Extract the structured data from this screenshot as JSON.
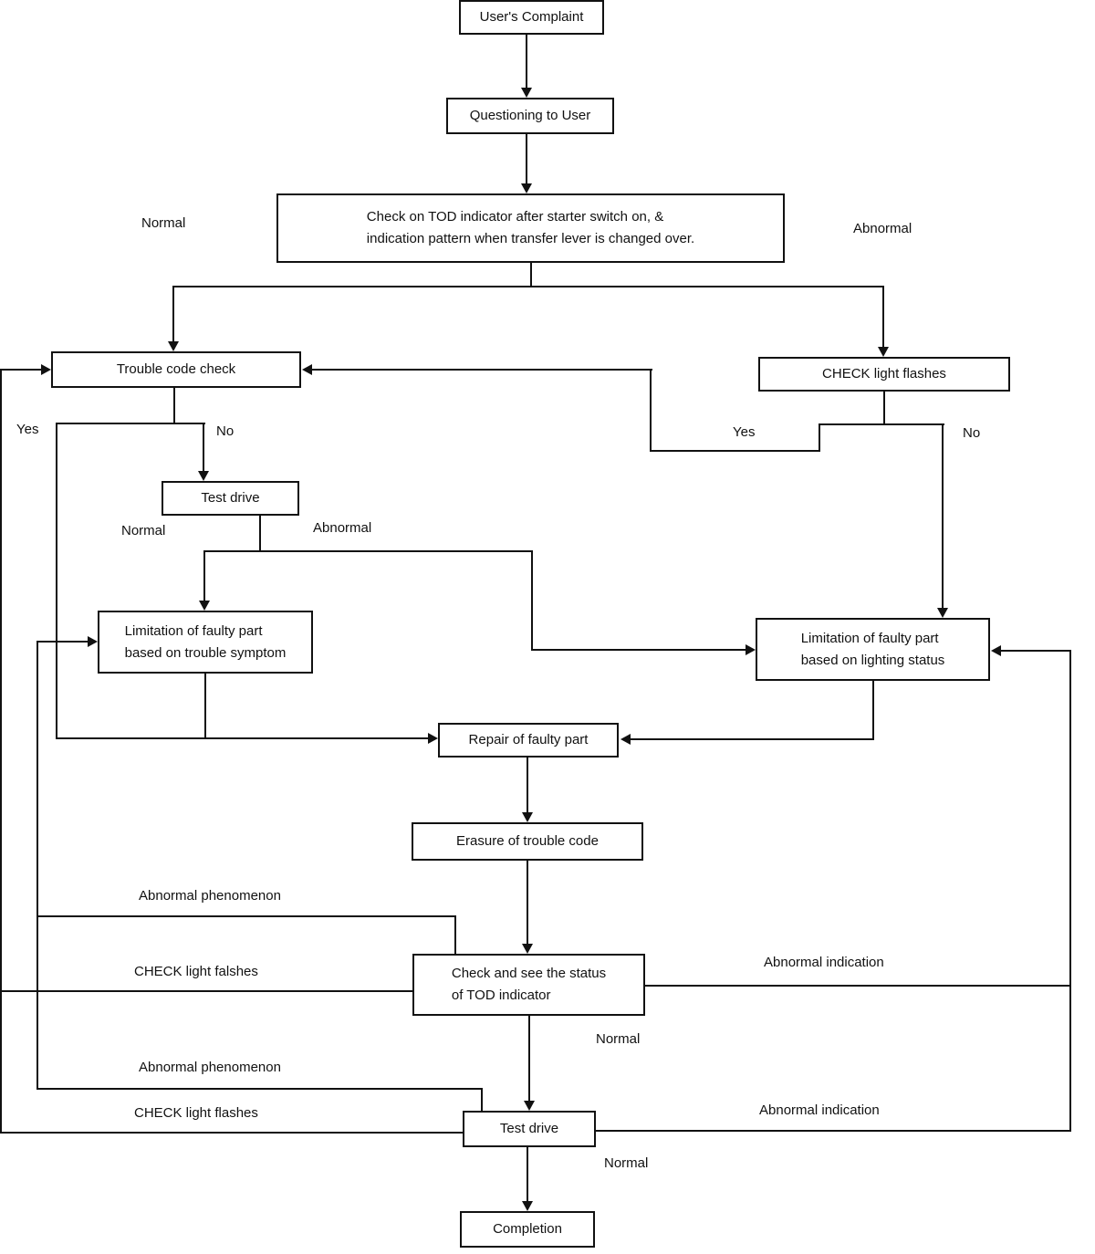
{
  "nodes": {
    "users_complaint": {
      "label": "User's Complaint"
    },
    "questioning": {
      "label": "Questioning to User"
    },
    "initial_check": {
      "label": "Check on TOD indicator after starter switch on, &\nindication pattern when transfer lever is changed over."
    },
    "trouble_code_check": {
      "label": "Trouble code check"
    },
    "check_light_flashes": {
      "label": "CHECK light flashes"
    },
    "test_drive_1": {
      "label": "Test drive"
    },
    "limitation_trouble_symptom": {
      "label": "Limitation of faulty part\nbased on trouble symptom"
    },
    "limitation_lighting_status": {
      "label": "Limitation of faulty part\nbased on lighting status"
    },
    "repair": {
      "label": "Repair of faulty part"
    },
    "erasure": {
      "label": "Erasure of trouble code"
    },
    "check_tod_status": {
      "label": "Check and see the status\nof TOD indicator"
    },
    "test_drive_2": {
      "label": "Test drive"
    },
    "completion": {
      "label": "Completion"
    }
  },
  "edge_labels": {
    "normal_top": "Normal",
    "abnormal_top": "Abnormal",
    "yes_left": "Yes",
    "no_left": "No",
    "yes_right": "Yes",
    "no_right": "No",
    "normal_test1": "Normal",
    "abnormal_test1": "Abnormal",
    "abnormal_phenomenon_1": "Abnormal phenomenon",
    "check_light_falshes_1": "CHECK light falshes",
    "abnormal_indication_1": "Abnormal indication",
    "normal_check_status": "Normal",
    "abnormal_phenomenon_2": "Abnormal phenomenon",
    "check_light_flashes_2": "CHECK light flashes",
    "abnormal_indication_2": "Abnormal indication",
    "normal_test2": "Normal"
  },
  "colors": {
    "line": "#111111",
    "box_fill": "#ffffff",
    "background": "#ffffff"
  }
}
